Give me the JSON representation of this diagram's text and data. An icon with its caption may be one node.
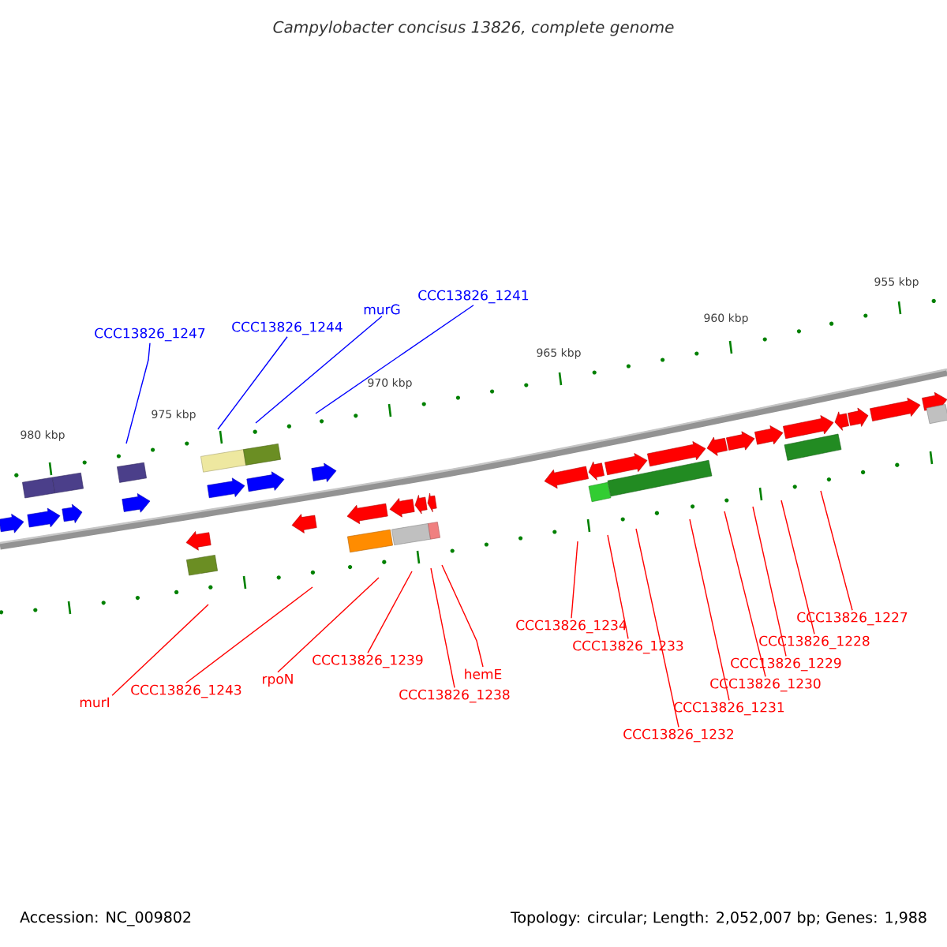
{
  "diagram": {
    "title": "Campylobacter concisus 13826, complete genome",
    "nodes": [
      {
        "text": [
          "CCC13826_1247"
        ]
      },
      {
        "text": [
          "CCC13826_1244"
        ]
      },
      {
        "text": [
          "murG"
        ]
      },
      {
        "text": [
          "CCC13826_1241"
        ]
      },
      {
        "text": [
          "murI"
        ]
      },
      {
        "text": [
          "CCC13826_1243"
        ]
      },
      {
        "text": [
          "rpoN"
        ]
      },
      {
        "text": [
          "CCC13826_1239"
        ]
      },
      {
        "text": [
          "hemE"
        ]
      },
      {
        "text": [
          "CCC13826_1238"
        ]
      },
      {
        "text": [
          "CCC13826_1234"
        ]
      },
      {
        "text": [
          "CCC13826_1233"
        ]
      },
      {
        "text": [
          "CCC13826_1227"
        ]
      },
      {
        "text": [
          "CCC13826_1228"
        ]
      },
      {
        "text": [
          "CCC13826_1229"
        ]
      },
      {
        "text": [
          "CCC13826_1230"
        ]
      },
      {
        "text": [
          "CCC13826_1231"
        ]
      },
      {
        "text": [
          "CCC13826_1232"
        ]
      }
    ],
    "edges": [
      {
        "from": 0,
        "to": null,
        "arrow": "none",
        "color": "#0000ff"
      },
      {
        "from": 1,
        "to": null,
        "arrow": "none",
        "color": "#0000ff"
      },
      {
        "from": 2,
        "to": null,
        "arrow": "none",
        "color": "#0000ff"
      },
      {
        "from": 3,
        "to": null,
        "arrow": "none",
        "color": "#0000ff"
      },
      {
        "from": 4,
        "to": null,
        "arrow": "none"
      },
      {
        "from": 5,
        "to": null,
        "arrow": "none"
      },
      {
        "from": 6,
        "to": null,
        "arrow": "none"
      },
      {
        "from": 7,
        "to": null,
        "arrow": "none"
      },
      {
        "from": 8,
        "to": null,
        "arrow": "none"
      },
      {
        "from": 9,
        "to": null,
        "arrow": "none"
      },
      {
        "from": 10,
        "to": null,
        "arrow": "none"
      },
      {
        "from": 11,
        "to": null,
        "arrow": "none"
      },
      {
        "from": 12,
        "to": null,
        "arrow": "none"
      },
      {
        "from": 13,
        "to": null,
        "arrow": "none"
      },
      {
        "from": 14,
        "to": null,
        "arrow": "none"
      },
      {
        "from": 15,
        "to": null,
        "arrow": "none"
      },
      {
        "from": 16,
        "to": null,
        "arrow": "none"
      },
      {
        "from": 17,
        "to": null,
        "arrow": "none"
      }
    ],
    "labels": [
      "955 kbp",
      "960 kbp",
      "965 kbp",
      "970 kbp",
      "975 kbp",
      "980 kbp",
      "Accession: NC_009802",
      "Topology: circular; Length: 2,052,007 bp; Genes: 1,988"
    ]
  }
}
